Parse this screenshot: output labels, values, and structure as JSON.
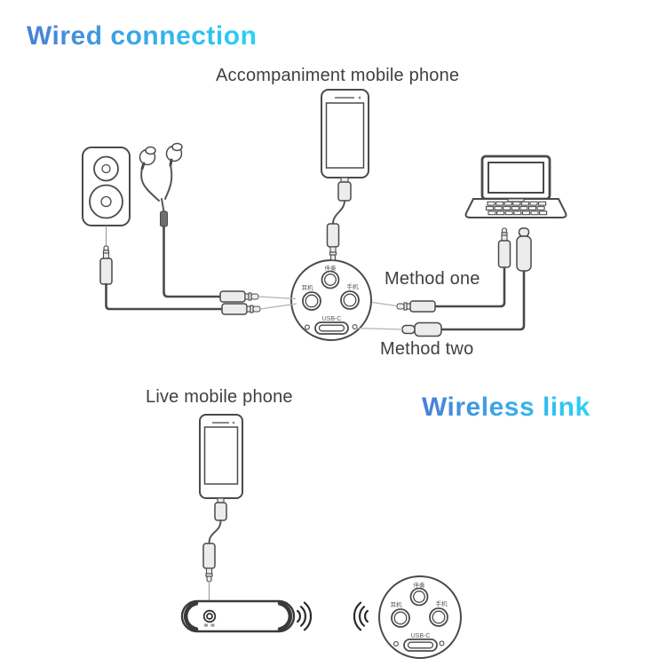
{
  "titles": {
    "wired": "Wired connection",
    "wireless": "Wireless link"
  },
  "labels": {
    "accompaniment_phone": "Accompaniment mobile phone",
    "method_one": "Method one",
    "method_two": "Method two",
    "live_phone": "Live mobile phone"
  },
  "adapter": {
    "ports": {
      "top": "伴奏",
      "left": "耳机",
      "right": "手机",
      "usb": "USB-C"
    }
  },
  "colors": {
    "title_gradient_start": "#4a7fd6",
    "title_gradient_end": "#29d3f5",
    "line_art": "#4a4a4a",
    "label_text": "#3f3f3f",
    "background": "#ffffff"
  }
}
